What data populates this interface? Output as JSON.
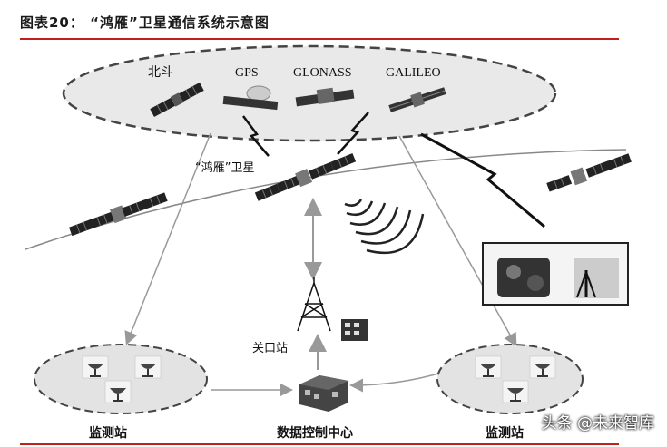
{
  "header": {
    "title": "图表20：  “鸿雁”卫星通信系统示意图"
  },
  "constellations": [
    {
      "label": "北斗"
    },
    {
      "label": "GPS"
    },
    {
      "label": "GLONASS"
    },
    {
      "label": "GALILEO"
    }
  ],
  "satellite": {
    "label": "“鸿雁”卫星"
  },
  "gateway": {
    "label": "关口站"
  },
  "left_station": {
    "label": "监测站"
  },
  "control_center": {
    "label": "数据控制中心"
  },
  "right_station": {
    "label": "监测站"
  },
  "watermark": {
    "text": "头条 @未来智库"
  }
}
